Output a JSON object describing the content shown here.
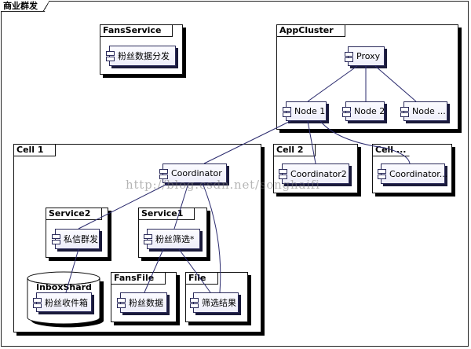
{
  "frame": {
    "title": "商业群发"
  },
  "packages": {
    "fans_service": {
      "title": "FansService"
    },
    "app_cluster": {
      "title": "AppCluster"
    },
    "cell1": {
      "title": "Cell 1"
    },
    "cell2": {
      "title": "Cell 2"
    },
    "cell_more": {
      "title": "Cell ..."
    },
    "service2": {
      "title": "Service2"
    },
    "service1": {
      "title": "Service1"
    },
    "inbox_shard": {
      "title": "InboxShard"
    },
    "fans_file": {
      "title": "FansFile"
    },
    "file": {
      "title": "File"
    }
  },
  "components": {
    "fans_distribute": "粉丝数据分发",
    "proxy": "Proxy",
    "node1": "Node 1",
    "node2": "Node 2",
    "node_more": "Node ...",
    "coordinator": "Coordinator",
    "coordinator2": "Coordinator2",
    "coordinator_more": "Coordinator...",
    "private_broadcast": "私信群发",
    "fans_filter": "粉丝筛选*",
    "fans_inbox": "粉丝收件箱",
    "fans_data": "粉丝数据",
    "filter_result": "筛选结果"
  },
  "watermark": "http://blog.csdn.net/songhaifi",
  "colors": {
    "line": "#2b2b6e",
    "border": "#111111",
    "shadow": "#000000"
  }
}
